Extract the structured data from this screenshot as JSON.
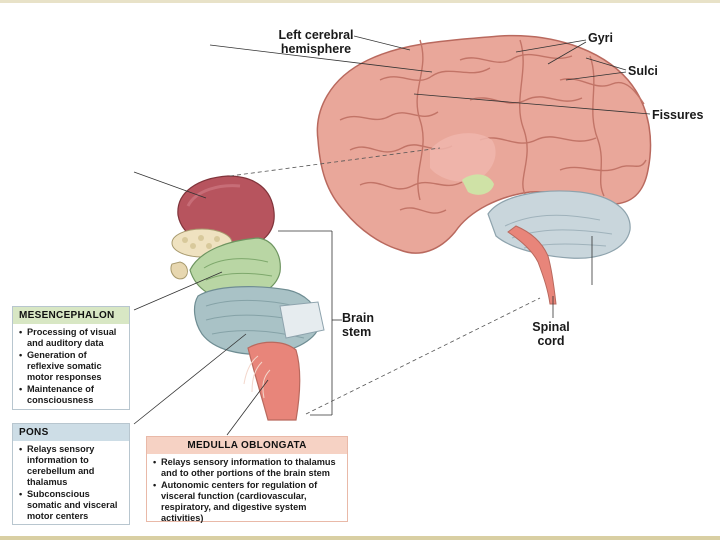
{
  "labels": {
    "left_hemisphere": "Left cerebral\nhemisphere",
    "gyri": "Gyri",
    "sulci": "Sulci",
    "fissures": "Fissures",
    "brain_stem": "Brain\nstem",
    "spinal_cord": "Spinal\ncord"
  },
  "mesencephalon": {
    "title": "MESENCEPHALON",
    "items": [
      "Processing of visual and auditory data",
      "Generation of reflexive somatic motor responses",
      "Maintenance of consciousness"
    ]
  },
  "pons": {
    "title": "PONS",
    "items": [
      "Relays sensory information to cerebellum and thalamus",
      "Subconscious somatic and visceral motor centers"
    ]
  },
  "medulla": {
    "title": "MEDULLA OBLONGATA",
    "items": [
      "Relays sensory information to thalamus and to other portions of the brain stem",
      "Autonomic centers for regulation of visceral function (cardiovascular, respiratory, and digestive system activities)"
    ]
  },
  "colors": {
    "cerebrum": "#e9a79a",
    "cerebellum": "#c9d6dc",
    "mesencephalon_header": "#d8e7c4",
    "pons_header": "#cddde6",
    "medulla_header": "#f6d2c4"
  }
}
